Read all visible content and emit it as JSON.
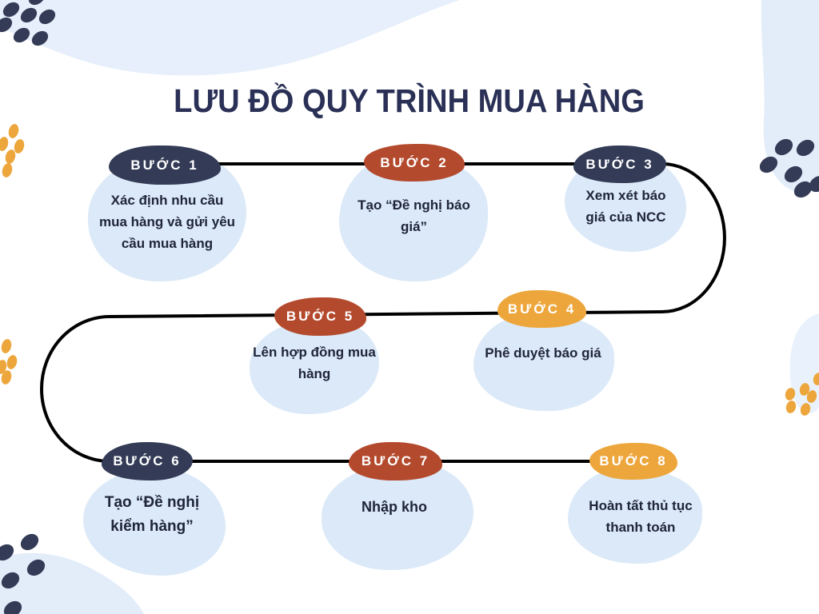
{
  "title": "LƯU ĐỒ QUY TRÌNH MUA HÀNG",
  "colors": {
    "navy": "#333b56",
    "red": "#b44a2d",
    "yellow": "#eda63c",
    "step_blob": "#dbe9f8",
    "corner_blob": "#e6effb",
    "flow_line": "#000000",
    "title_text": "#2b3156",
    "description_text": "#20263a",
    "badge_text": "#ffffff",
    "background": "#ffffff"
  },
  "steps": [
    {
      "id": 1,
      "badge": "BƯỚC 1",
      "color": "navy",
      "description": "Xác định nhu cầu\nmua hàng và gửi yêu\ncầu mua hàng"
    },
    {
      "id": 2,
      "badge": "BƯỚC 2",
      "color": "red",
      "description": "Tạo “Đề nghị báo\ngiá”"
    },
    {
      "id": 3,
      "badge": "BƯỚC 3",
      "color": "navy",
      "description": "Xem xét báo\ngiá của NCC"
    },
    {
      "id": 4,
      "badge": "BƯỚC 4",
      "color": "yellow",
      "description": "Phê duyệt báo giá"
    },
    {
      "id": 5,
      "badge": "BƯỚC 5",
      "color": "red",
      "description": "Lên hợp đồng mua\nhàng"
    },
    {
      "id": 6,
      "badge": "BƯỚC 6",
      "color": "navy",
      "description": "Tạo “Đề nghị\nkiểm hàng”"
    },
    {
      "id": 7,
      "badge": "BƯỚC 7",
      "color": "red",
      "description": "Nhập kho"
    },
    {
      "id": 8,
      "badge": "BƯỚC 8",
      "color": "yellow",
      "description": "Hoàn tất thủ tục\nthanh toán"
    }
  ]
}
